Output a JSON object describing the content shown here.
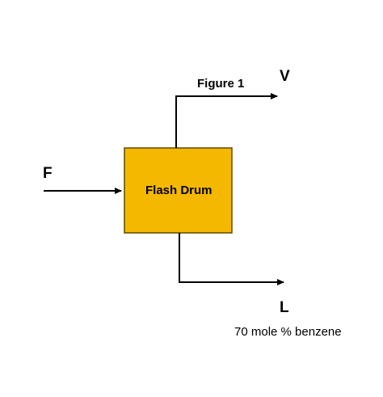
{
  "figure_title": "Figure 1",
  "unit": {
    "name": "Flash Drum",
    "fill_color": "#F5B800",
    "border_color": "#5a4a00"
  },
  "streams": {
    "feed": {
      "label": "F"
    },
    "vapor": {
      "label": "V"
    },
    "liquid": {
      "label": "L",
      "composition": "70 mole % benzene"
    }
  },
  "line_color": "#000000"
}
